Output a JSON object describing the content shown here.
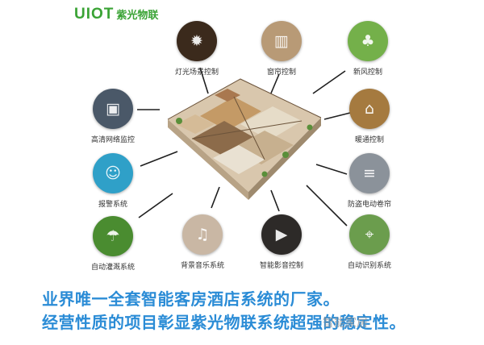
{
  "brand": {
    "name": "UIOT",
    "cn": "紫光物联"
  },
  "nodes": [
    {
      "key": "lighting",
      "label": "灯光场景控制",
      "icon": "lamp-icon",
      "glyph": "✹",
      "color": "#3b2a1c"
    },
    {
      "key": "curtain",
      "label": "窗帘控制",
      "icon": "curtain-icon",
      "glyph": "▥",
      "color": "#b89a76"
    },
    {
      "key": "fresh-air",
      "label": "新风控制",
      "icon": "tree-icon",
      "glyph": "♣",
      "color": "#74b04a"
    },
    {
      "key": "cctv",
      "label": "高清网络监控",
      "icon": "camera-icon",
      "glyph": "▣",
      "color": "#4a5868"
    },
    {
      "key": "hvac",
      "label": "暖通控制",
      "icon": "room-icon",
      "glyph": "⌂",
      "color": "#a57a3f"
    },
    {
      "key": "alarm",
      "label": "报警系统",
      "icon": "guard-icon",
      "glyph": "☺",
      "color": "#2fa0c8"
    },
    {
      "key": "shutter",
      "label": "防盗电动卷帘",
      "icon": "shutter-icon",
      "glyph": "≡",
      "color": "#8b929a"
    },
    {
      "key": "irrigation",
      "label": "自动灌溉系统",
      "icon": "sprinkler-icon",
      "glyph": "☂",
      "color": "#4a8c30"
    },
    {
      "key": "music",
      "label": "背景音乐系统",
      "icon": "music-icon",
      "glyph": "♫",
      "color": "#c9b7a4"
    },
    {
      "key": "cinema",
      "label": "智能影音控制",
      "icon": "cinema-icon",
      "glyph": "▶",
      "color": "#2d2a28"
    },
    {
      "key": "recognition",
      "label": "自动识别系统",
      "icon": "gate-icon",
      "glyph": "⌖",
      "color": "#6b9d4d"
    }
  ],
  "slogan": {
    "line1": "业界唯一全套智能客房酒店系统的厂家。",
    "line2": "经营性质的项目彰显紫光物联系统超强的稳定性。"
  },
  "watermark": "智能家居"
}
